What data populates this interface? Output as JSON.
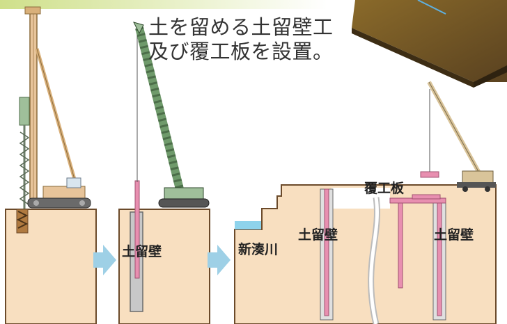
{
  "caption": {
    "line1": "土を留める土留壁工",
    "line2": "及び覆工板を設置。"
  },
  "labels": {
    "wall_stage2": "土留壁",
    "river": "新湊川",
    "wall_stage3_left": "土留壁",
    "wall_stage3_right": "土留壁",
    "deck_plate": "覆工板"
  },
  "colors": {
    "banner": "#cfe08a",
    "soil": "#f8dfc0",
    "soil_outline": "#6b4a2a",
    "retaining_wall": "#e88fb0",
    "arrow": "#9ed0e6",
    "river": "#8ed3ec",
    "crane_lattice": "#6f9a6b",
    "rig_frame": "#e7c49a",
    "truck_crane": "#d9c49a"
  },
  "icons": {
    "stage_arrow_1": "arrow-right",
    "stage_arrow_2": "arrow-right"
  }
}
